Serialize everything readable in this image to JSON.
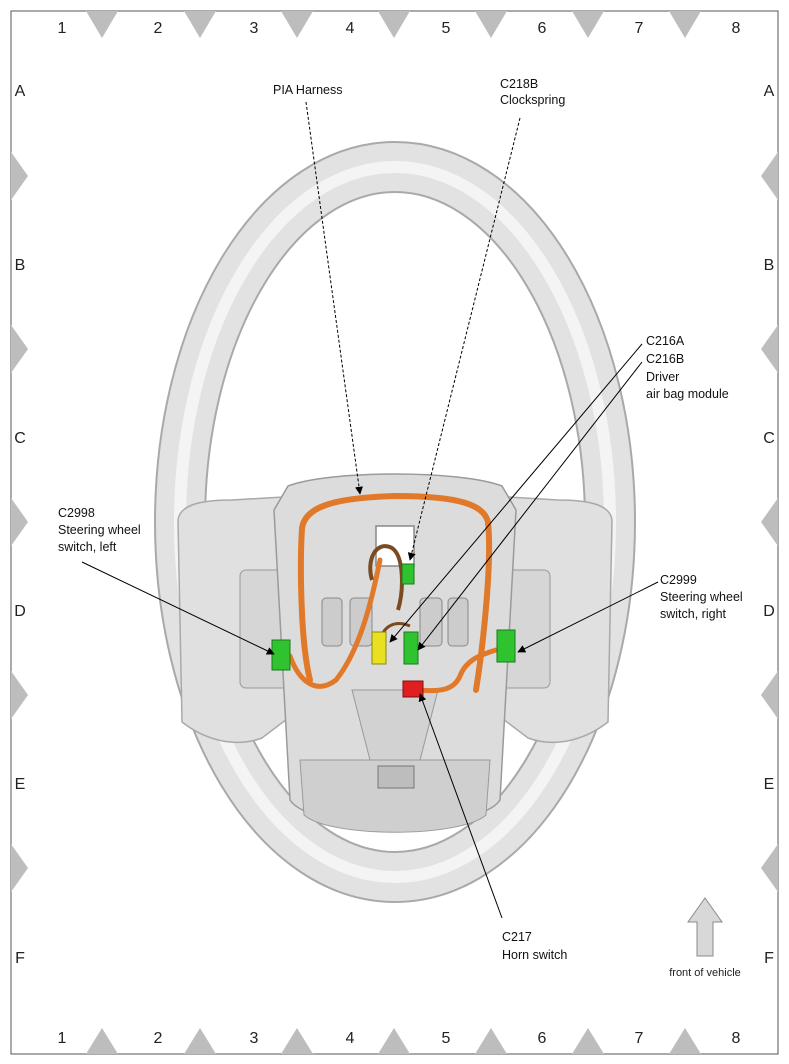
{
  "grid": {
    "columns": [
      "1",
      "2",
      "3",
      "4",
      "5",
      "6",
      "7",
      "8"
    ],
    "rows": [
      "A",
      "B",
      "C",
      "D",
      "E",
      "F"
    ]
  },
  "labels": {
    "pia_harness": "PIA Harness",
    "c218b_code": "C218B",
    "c218b_name": "Clockspring",
    "c216a_code": "C216A",
    "c216b_code": "C216B",
    "c216b_line1": "Driver",
    "c216b_line2": "air bag module",
    "c2998_code": "C2998",
    "c2998_line1": "Steering wheel",
    "c2998_line2": "switch, left",
    "c2999_code": "C2999",
    "c2999_line1": "Steering wheel",
    "c2999_line2": "switch, right",
    "c217_code": "C217",
    "c217_name": "Horn switch",
    "front_of_vehicle": "front of vehicle"
  },
  "colors": {
    "harness": "#e07a2a",
    "connector_green": "#2fc42f",
    "connector_yellow": "#e8e020",
    "connector_red": "#e02020",
    "wheel": "#e2e2e2",
    "wheel_edge": "#a9a9a9",
    "grid_marker": "#bdbdbd"
  }
}
